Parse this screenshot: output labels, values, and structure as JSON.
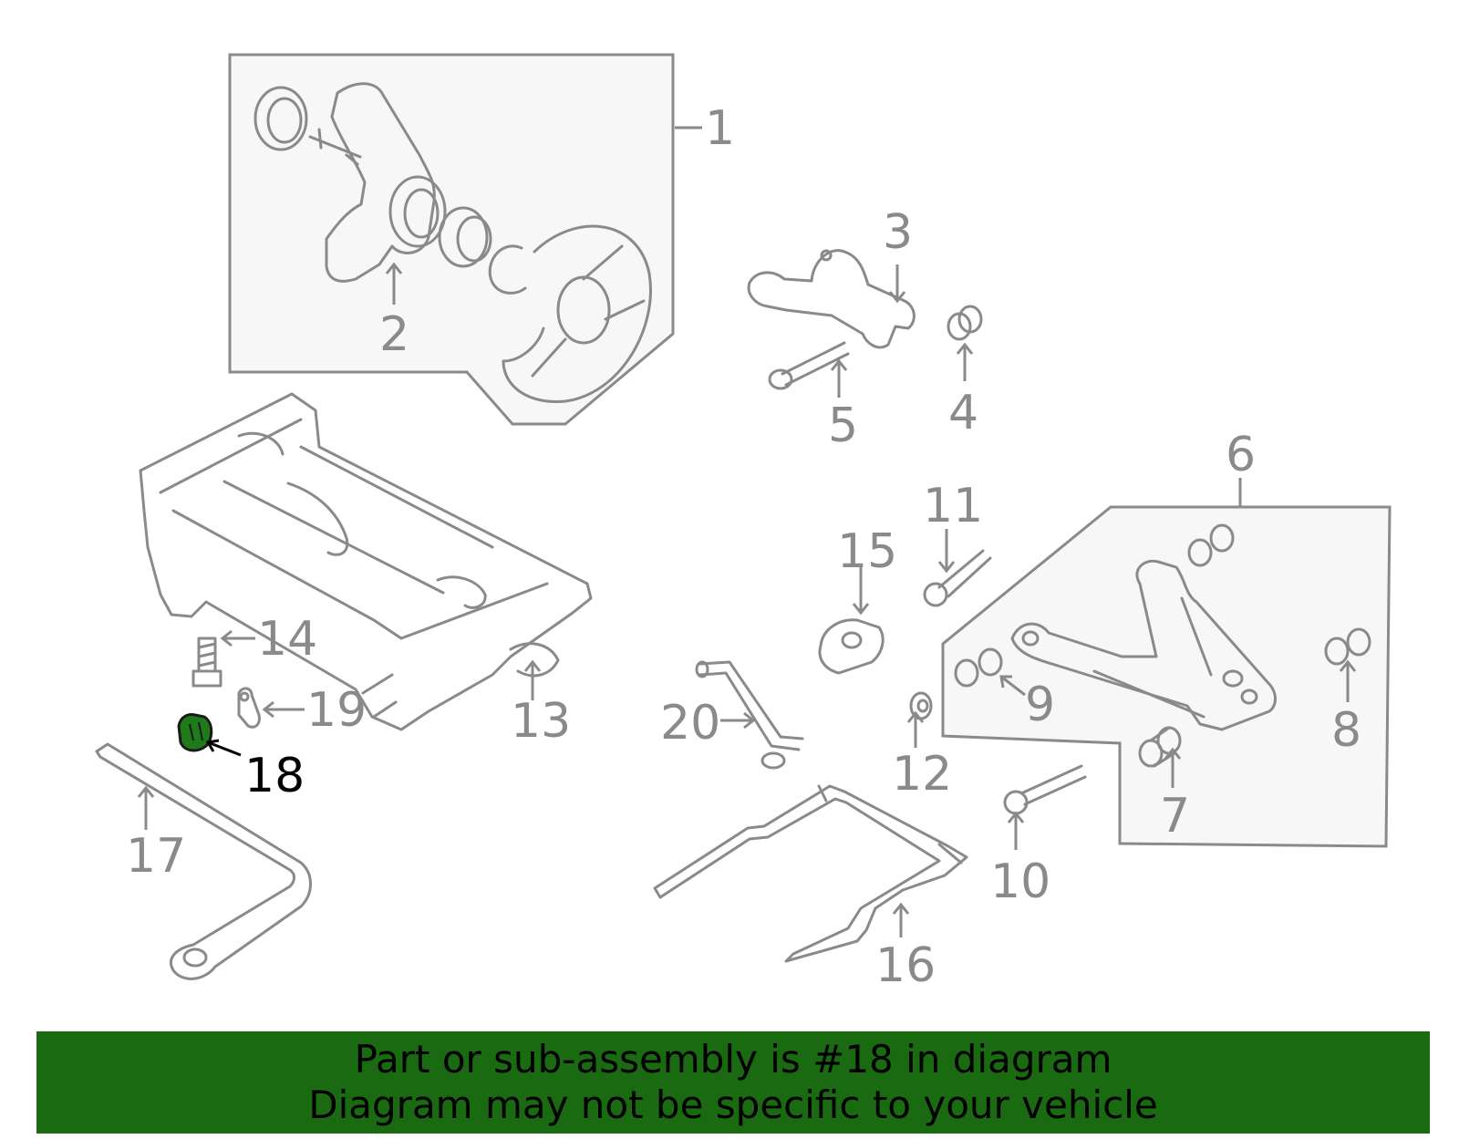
{
  "callouts": [
    {
      "id": "1",
      "label": "1"
    },
    {
      "id": "2",
      "label": "2"
    },
    {
      "id": "3",
      "label": "3"
    },
    {
      "id": "4",
      "label": "4"
    },
    {
      "id": "5",
      "label": "5"
    },
    {
      "id": "6",
      "label": "6"
    },
    {
      "id": "7",
      "label": "7"
    },
    {
      "id": "8",
      "label": "8"
    },
    {
      "id": "9",
      "label": "9"
    },
    {
      "id": "10",
      "label": "10"
    },
    {
      "id": "11",
      "label": "11"
    },
    {
      "id": "12",
      "label": "12"
    },
    {
      "id": "13",
      "label": "13"
    },
    {
      "id": "14",
      "label": "14"
    },
    {
      "id": "15",
      "label": "15"
    },
    {
      "id": "16",
      "label": "16"
    },
    {
      "id": "17",
      "label": "17"
    },
    {
      "id": "18",
      "label": "18"
    },
    {
      "id": "19",
      "label": "19"
    },
    {
      "id": "20",
      "label": "20"
    }
  ],
  "highlighted_part": "18",
  "colors": {
    "part_lines": "#8a8a8a",
    "highlight_fill": "#1f7a1a",
    "banner_background": "#1a6a12",
    "banner_text": "#000000"
  },
  "banner": {
    "line1": "Part or sub-assembly is #18 in diagram",
    "line2": "Diagram may not be specific to your vehicle"
  }
}
